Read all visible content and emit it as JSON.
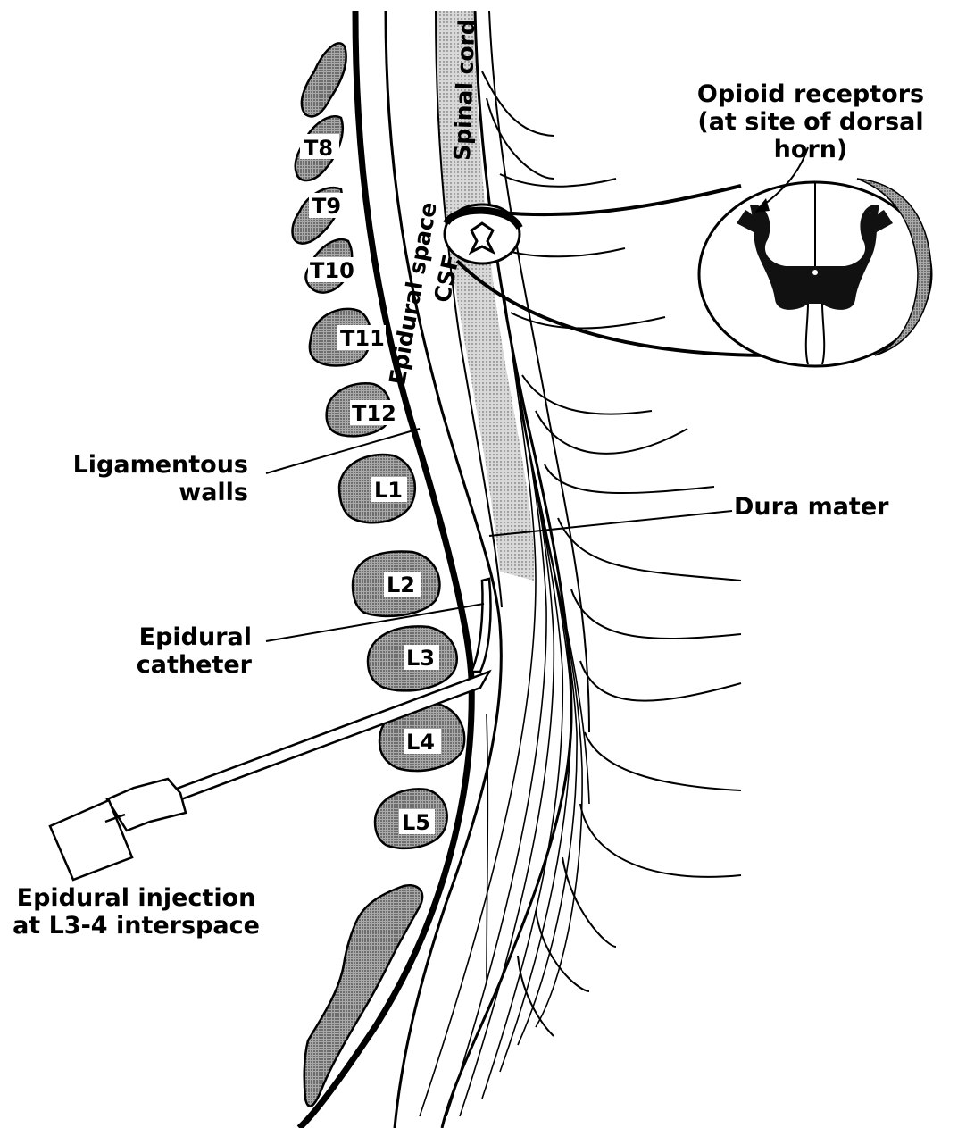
{
  "labels": {
    "opioid_line1": "Opioid receptors",
    "opioid_line2": "(at site of dorsal horn)",
    "ligamentous_line1": "Ligamentous",
    "ligamentous_line2": "walls",
    "dura_mater": "Dura mater",
    "catheter_line1": "Epidural",
    "catheter_line2": "catheter",
    "injection_line1": "Epidural injection",
    "injection_line2": "at L3-4 interspace",
    "spinal_cord": "Spinal cord",
    "epidural_space": "Epidural space",
    "csf": "CSF"
  },
  "vertebrae": [
    "T8",
    "T9",
    "T10",
    "T11",
    "T12",
    "L1",
    "L2",
    "L3",
    "L4",
    "L5"
  ],
  "colors": {
    "ink": "#000000",
    "vertebra_fill": "#8c8c8c",
    "cord_fill": "#bdbdbd",
    "horn_fill": "#111111"
  }
}
